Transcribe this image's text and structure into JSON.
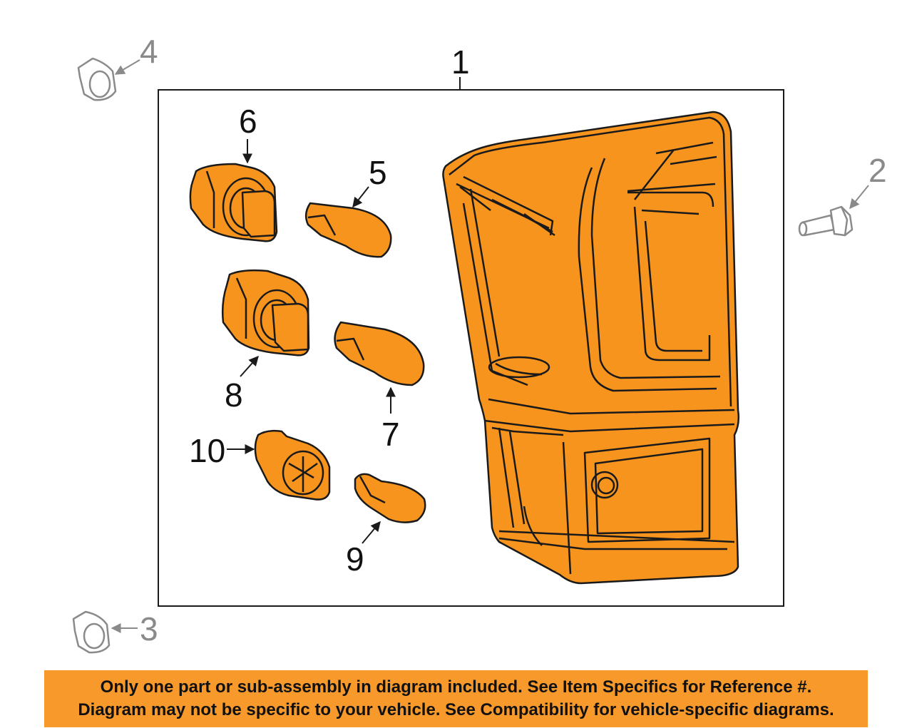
{
  "callouts": {
    "c1": "1",
    "c2": "2",
    "c3": "3",
    "c4": "4",
    "c5": "5",
    "c6": "6",
    "c7": "7",
    "c8": "8",
    "c9": "9",
    "c10": "10"
  },
  "notice": {
    "line1": "Only one part or sub-assembly in diagram included. See Item Specifics for Reference #.",
    "line2": "Diagram may not be specific to your vehicle. See Compatibility for vehicle-specific diagrams."
  },
  "colors": {
    "part_fill": "#f7941d",
    "banner": "#f79a2b",
    "outline": "#1a1a1a",
    "hardware": "#8a8a8a"
  }
}
